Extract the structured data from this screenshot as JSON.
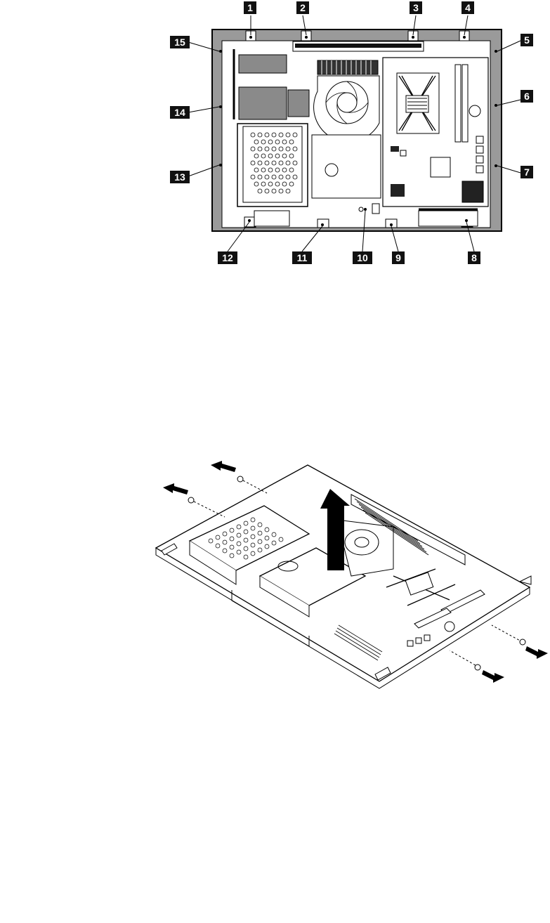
{
  "figure1": {
    "callouts": [
      "1",
      "2",
      "3",
      "4",
      "5",
      "6",
      "7",
      "8",
      "9",
      "10",
      "11",
      "12",
      "13",
      "14",
      "15"
    ]
  },
  "figure2": {
    "arrows": [
      "arrow-left-1",
      "arrow-left-2",
      "arrow-up",
      "arrow-right-1",
      "arrow-right-2"
    ]
  }
}
